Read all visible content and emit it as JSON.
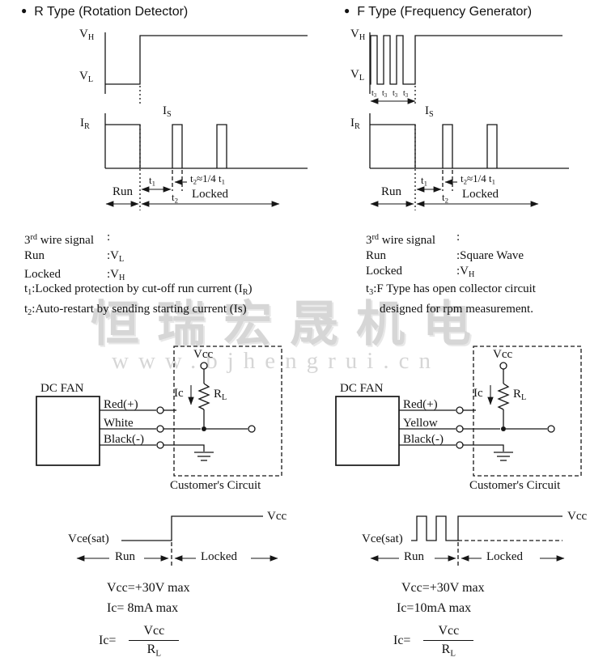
{
  "headers": {
    "left": {
      "bullet": "●",
      "title": "R Type (Rotation Detector)"
    },
    "right": {
      "bullet": "●",
      "title": "F Type (Frequency Generator)"
    }
  },
  "wave_labels": {
    "vh": [
      {
        "t": "V"
      },
      {
        "sub": "H"
      }
    ],
    "vl": [
      {
        "t": "V"
      },
      {
        "sub": "L"
      }
    ],
    "ir": [
      {
        "t": "I"
      },
      {
        "sub": "R"
      }
    ],
    "is": [
      {
        "t": "I"
      },
      {
        "sub": "S"
      }
    ],
    "t1": [
      {
        "t": "t"
      },
      {
        "sub": "1"
      }
    ],
    "t2": [
      {
        "t": "t"
      },
      {
        "sub": "2"
      }
    ],
    "t3": [
      {
        "t": "t"
      },
      {
        "sub": "3"
      }
    ],
    "t2_formula": [
      {
        "t": "t"
      },
      {
        "sub": "2"
      },
      {
        "t": "≈1/4 t"
      },
      {
        "sub": "1"
      }
    ],
    "run": "Run",
    "locked": "Locked"
  },
  "signal_info": {
    "heading": [
      {
        "t": "3"
      },
      {
        "sup": "rd"
      },
      {
        "t": " wire signal"
      }
    ],
    "colon": ":",
    "left": {
      "run_label": "Run",
      "run_value": [
        {
          "t": ":V"
        },
        {
          "sub": "L"
        }
      ],
      "locked_label": "Locked",
      "locked_value": [
        {
          "t": ":V"
        },
        {
          "sub": "H"
        }
      ]
    },
    "right": {
      "run_label": "Run",
      "run_value": ":Square Wave",
      "locked_label": "Locked",
      "locked_value": [
        {
          "t": ":V"
        },
        {
          "sub": "H"
        }
      ]
    }
  },
  "notes": {
    "left_line1": [
      {
        "t": "t"
      },
      {
        "sub": "1"
      },
      {
        "t": ":Locked protection by cut-off run current (I"
      },
      {
        "sub": "R"
      },
      {
        "t": ")"
      }
    ],
    "left_line2": [
      {
        "t": "t"
      },
      {
        "sub": "2"
      },
      {
        "t": ":Auto-restart by sending starting current (Is)"
      }
    ],
    "right_line1": [
      {
        "t": "t"
      },
      {
        "sub": "3"
      },
      {
        "t": ":F Type has open collector circuit"
      }
    ],
    "right_line2": "designed for rpm measurement."
  },
  "watermark": {
    "text": "恒瑞宏晟机电",
    "url": "www.bjhengrui.cn"
  },
  "circuits": {
    "fan_label": "DC FAN",
    "vcc": "Vcc",
    "ic": "Ic",
    "rl": [
      {
        "t": "R"
      },
      {
        "sub": "L"
      }
    ],
    "customer": "Customer's Circuit",
    "left_wires": {
      "w1": "Red(+)",
      "w2": "White",
      "w3": "Black(-)"
    },
    "right_wires": {
      "w1": "Red(+)",
      "w2": "Yellow",
      "w3": "Black(-)"
    }
  },
  "output_wave": {
    "vce_sat": "Vce(sat)",
    "vcc": "Vcc",
    "run": "Run",
    "locked": "Locked"
  },
  "specs": {
    "left": {
      "vcc_max": "Vcc=+30V max",
      "ic_max": "Ic= 8mA max",
      "ic_label": "Ic=",
      "frac_num": "Vcc",
      "frac_den": [
        {
          "t": "R"
        },
        {
          "sub": "L"
        }
      ]
    },
    "right": {
      "vcc_max": "Vcc=+30V max",
      "ic_max": "Ic=10mA max",
      "ic_label": "Ic=",
      "frac_num": "Vcc",
      "frac_den": [
        {
          "t": "R"
        },
        {
          "sub": "L"
        }
      ]
    }
  }
}
